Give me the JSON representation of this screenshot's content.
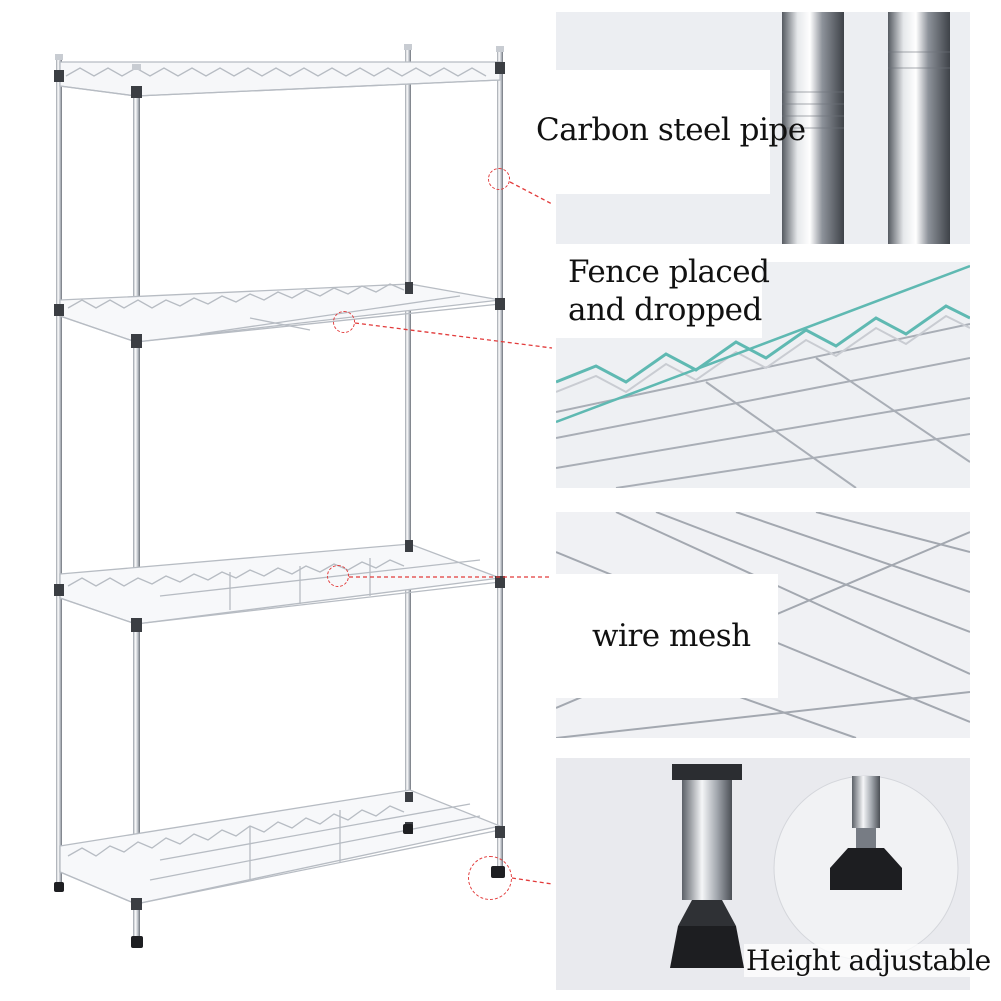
{
  "image": {
    "description_hidden": false
  },
  "features": [
    {
      "id": "pipe",
      "label": "Carbon steel pipe"
    },
    {
      "id": "fence",
      "label_line1": "Fence placed",
      "label_line2": "and dropped"
    },
    {
      "id": "mesh",
      "label": "wire mesh"
    },
    {
      "id": "feet",
      "label": "Height adjustable"
    }
  ],
  "colors": {
    "callout": "#e23b3b",
    "chrome_light": "#f4f5f7",
    "chrome_dark": "#7d828a",
    "panel_bg": "#e9eaee",
    "accent_teal": "#5fb9b2"
  }
}
